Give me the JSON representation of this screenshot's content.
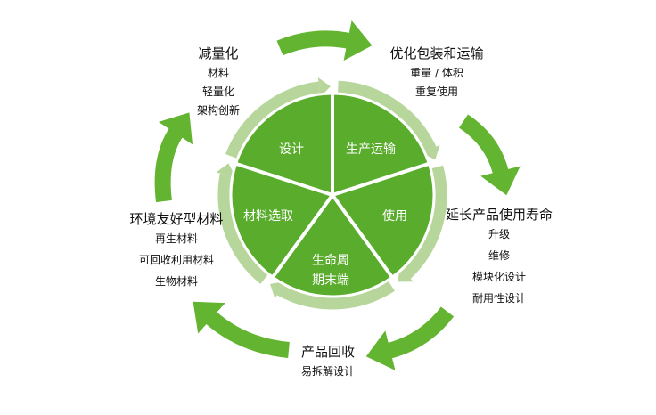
{
  "colors": {
    "slice": "#5aac2c",
    "ring": "#b7d69c",
    "arrow": "#63b531",
    "divider": "#ffffff"
  },
  "pie": {
    "slices": [
      {
        "label": "设计"
      },
      {
        "label": "生产运输"
      },
      {
        "label": "使用"
      },
      {
        "label_line1": "生命周",
        "label_line2": "期末端"
      },
      {
        "label": "材料选取"
      }
    ]
  },
  "groups": {
    "reduce": {
      "title": "减量化",
      "items": [
        "材料",
        "轻量化",
        "架构创新"
      ]
    },
    "packaging": {
      "title": "优化包装和运输",
      "items": [
        "重量 / 体积",
        "重复使用"
      ]
    },
    "lifetime": {
      "title": "延长产品使用寿命",
      "items": [
        "升级",
        "维修",
        "模块化设计",
        "耐用性设计"
      ]
    },
    "recycle": {
      "title": "产品回收",
      "items": [
        "易拆解设计"
      ]
    },
    "materials": {
      "title": "环境友好型材料",
      "items": [
        "再生材料",
        "可回收利用材料",
        "生物材料"
      ]
    }
  }
}
